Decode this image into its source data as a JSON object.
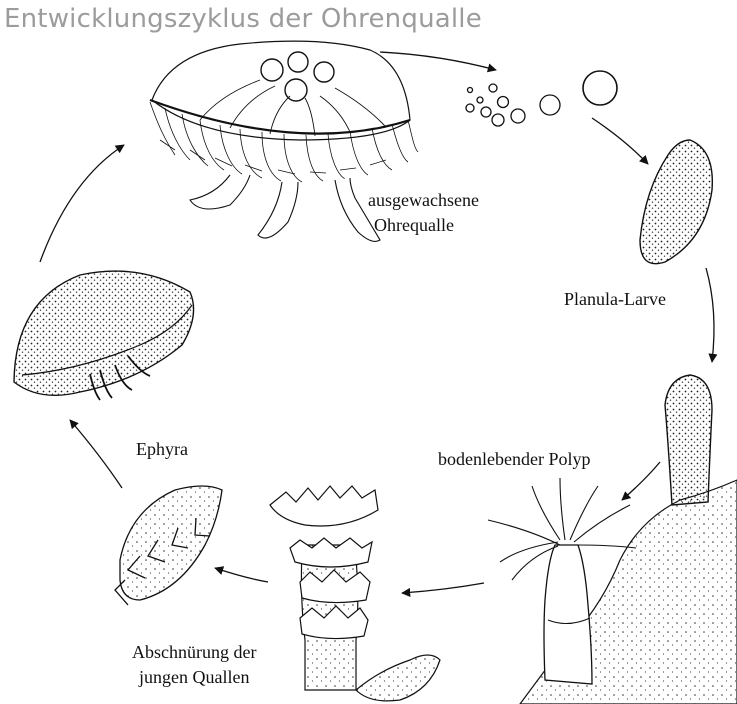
{
  "title": "Entwicklungszyklus der Ohrenqualle",
  "stages": {
    "adult": [
      "ausgewachsene",
      "Ohrequalle"
    ],
    "planula": "Planula-Larve",
    "polyp": "bodenlebender Polyp",
    "strobila": [
      "Abschnürung der",
      "jungen Quallen"
    ],
    "ephyra": "Ephyra"
  },
  "colors": {
    "ink": "#111111",
    "title": "#9c9c9c"
  }
}
